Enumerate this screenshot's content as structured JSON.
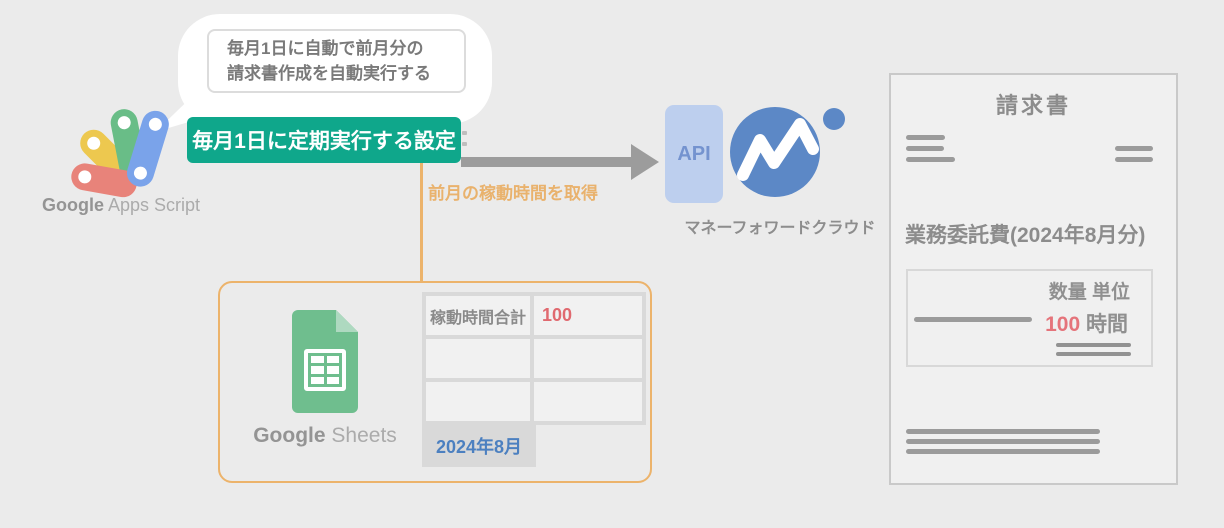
{
  "colors": {
    "background": "#ebebeb",
    "banner_green": "#0fa78b",
    "accent_orange": "#ecb36b",
    "arrow_gray": "#9c9c9c",
    "api_box_bg": "#bdcfee",
    "api_text_blue": "#7493cf",
    "moneyforward_blue": "#5c88c6",
    "value_red": "#e5707a",
    "sheet_tab_blue": "#4c80c0",
    "sheets_green": "#6fbe8e",
    "gas_red": "#e8837a",
    "gas_yellow": "#edc84f",
    "gas_green": "#69bd87",
    "gas_blue": "#7aa3ea"
  },
  "bubble": {
    "line1": "毎月1日に自動で前月分の",
    "line2": "請求書作成を自動実行する"
  },
  "banner": {
    "label": "毎月1日に定期実行する設定"
  },
  "gas": {
    "brand": "Google",
    "product": " Apps Script"
  },
  "flow": {
    "arrow_caption": "前月の稼動時間を取得"
  },
  "api_box": {
    "label": "API"
  },
  "moneyforward": {
    "label": "マネーフォワードクラウド"
  },
  "sheets": {
    "brand": "Google",
    "product": " Sheets"
  },
  "sheet_table": {
    "header": "稼動時間合計",
    "value": "100",
    "tab_label": "2024年8月"
  },
  "invoice": {
    "title": "請求書",
    "item_heading": "業務委託費(2024年8月分)",
    "columns_header": "数量 単位",
    "quantity": "100",
    "unit": "時間"
  }
}
